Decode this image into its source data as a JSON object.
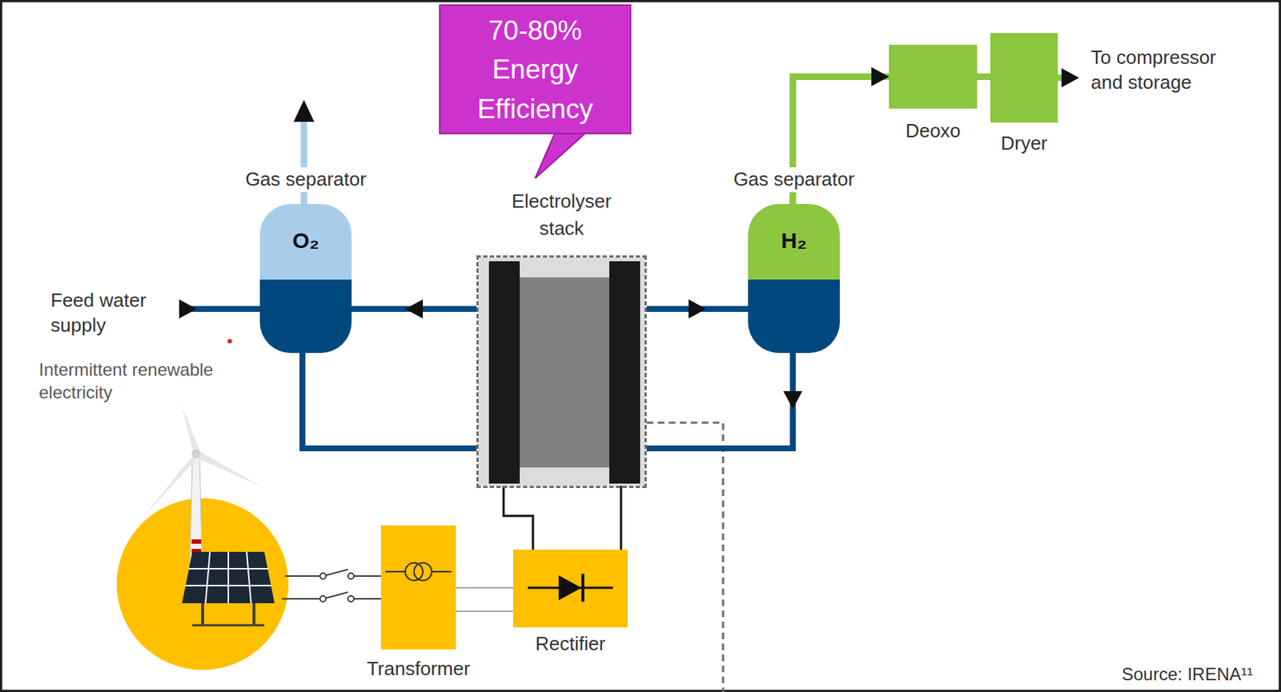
{
  "diagram": {
    "nodes": [
      {
        "text": [
          "70-80% Energy Efficiency"
        ]
      },
      {
        "text": [
          "Gas separator",
          "O₂"
        ]
      },
      {
        "text": [
          "Electrolyser stack"
        ]
      },
      {
        "text": [
          "Gas separator",
          "H₂"
        ]
      },
      {
        "text": [
          "Deoxo"
        ]
      },
      {
        "text": [
          "Dryer"
        ]
      },
      {
        "text": [
          "Transformer"
        ]
      },
      {
        "text": [
          "Rectifier"
        ]
      }
    ],
    "edges": [
      {
        "from": 2,
        "to": 1,
        "arrow": "to"
      },
      {
        "from": 2,
        "to": 3,
        "arrow": "to"
      },
      {
        "from": 1,
        "to": 2,
        "arrow": "none"
      },
      {
        "from": 3,
        "to": 2,
        "arrow": "to"
      },
      {
        "from": 3,
        "to": 4,
        "arrow": "to"
      },
      {
        "from": 4,
        "to": 5,
        "arrow": "none"
      },
      {
        "from": 6,
        "to": 7,
        "arrow": "none"
      },
      {
        "from": 7,
        "to": 2,
        "arrow": "none"
      }
    ],
    "labels": [
      "Feed water supply",
      "Intermittent renewable electricity",
      "To compressor and storage",
      "Source: IRENA¹¹"
    ]
  }
}
